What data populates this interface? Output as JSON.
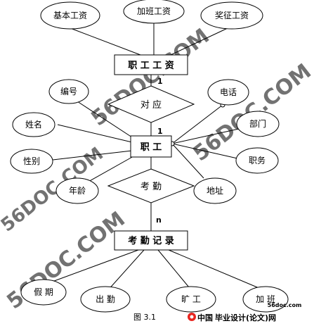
{
  "watermark": "56DOC.COM",
  "entities": {
    "salary": "职 工 工 资",
    "employee": "职 工",
    "attendance_record": "考 勤 记 录"
  },
  "relationships": {
    "corresponds": "对 应",
    "attendance": "考 勤"
  },
  "cardinalities": {
    "salary_side": "1",
    "employee_side_top": "1",
    "record_side": "n"
  },
  "attributes": {
    "salary": [
      "基本工资",
      "加班工资",
      "奖征工资"
    ],
    "employee_left": [
      "编号",
      "姓名",
      "性别",
      "年龄"
    ],
    "employee_right": [
      "电话",
      "部门",
      "职务",
      "地址"
    ],
    "attendance": [
      "假 期",
      "出 勤",
      "旷 工",
      "加 班"
    ]
  },
  "caption": "图 3.1",
  "logo": {
    "url_text": "56doc.com",
    "brand_red": "中国",
    "brand_main": "毕业设计(论文)网",
    "colors": {
      "red": "#e8251f",
      "orange": "#f39800",
      "black": "#111111"
    }
  }
}
